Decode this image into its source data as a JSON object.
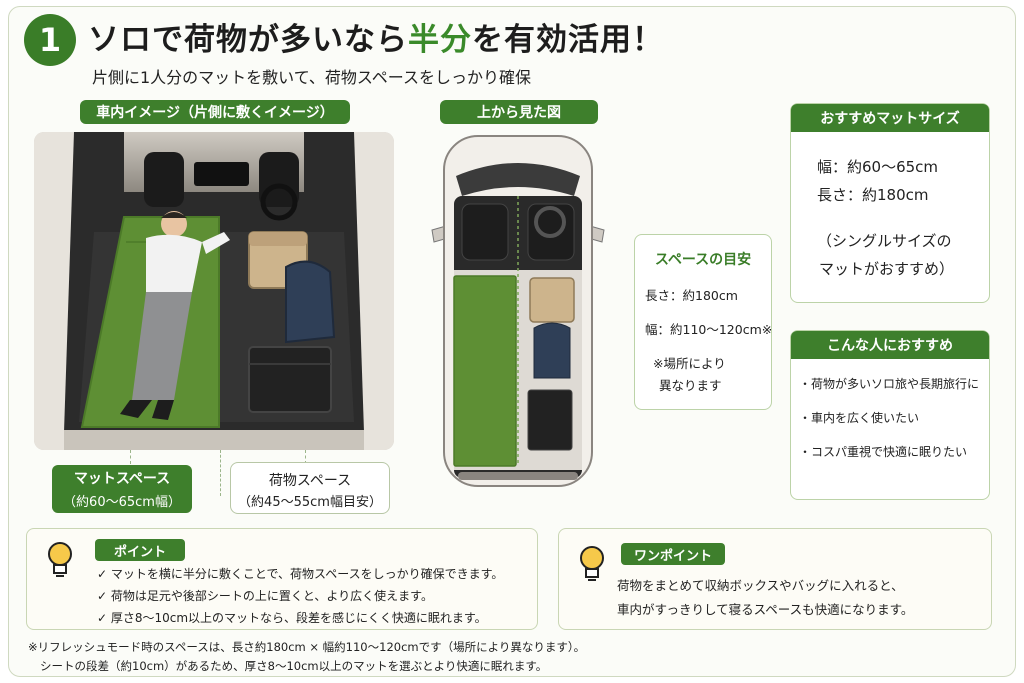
{
  "header": {
    "number": "1",
    "title_pre": "ソロで荷物が多いなら",
    "title_highlight": "半分",
    "title_post": "を有効活用！",
    "subtitle": "片側に1人分のマットを敷いて、荷物スペースをしっかり確保"
  },
  "photo_section": {
    "label": "車内イメージ（片側に敷くイメージ）",
    "mat_label_1": "マットスペース",
    "mat_label_2": "（約60〜65cm幅）",
    "cargo_label_1": "荷物スペース",
    "cargo_label_2": "（約45〜55cm幅目安）"
  },
  "top_view": {
    "label": "上から見た図"
  },
  "space_card": {
    "title": "スペースの目安",
    "length": "長さ：約180cm",
    "width": "幅：約110〜120cm※",
    "note_1": "※場所により",
    "note_2": "異なります"
  },
  "mat_size_card": {
    "title": "おすすめマットサイズ",
    "width": "幅：約60〜65cm",
    "length": "長さ：約180cm",
    "note_1": "（シングルサイズの",
    "note_2": "マットがおすすめ）"
  },
  "recommend_card": {
    "title": "こんな人におすすめ",
    "items": [
      "・荷物が多いソロ旅や長期旅行に",
      "・車内を広く使いたい",
      "・コスパ重視で快適に眠りたい"
    ]
  },
  "point_card": {
    "tag": "ポイント",
    "items": [
      "✓ マットを横に半分に敷くことで、荷物スペースをしっかり確保できます。",
      "✓ 荷物は足元や後部シートの上に置くと、より広く使えます。",
      "✓ 厚さ8〜10cm以上のマットなら、段差を感じにくく快適に眠れます。"
    ]
  },
  "onepoint_card": {
    "tag": "ワンポイント",
    "line_1": "荷物をまとめて収納ボックスやバッグに入れると、",
    "line_2": "車内がすっきりして寝るスペースも快適になります。"
  },
  "footnote": {
    "line_1": "※リフレッシュモード時のスペースは、長さ約180cm × 幅約110〜120cmです（場所により異なります）。",
    "line_2": "シートの段差（約10cm）があるため、厚さ8〜10cm以上のマットを選ぶとより快適に眠れます。"
  },
  "colors": {
    "accent_green": "#3e7f2c",
    "mat_green": "#5e8f34",
    "highlight_green": "#3a8a2a"
  }
}
